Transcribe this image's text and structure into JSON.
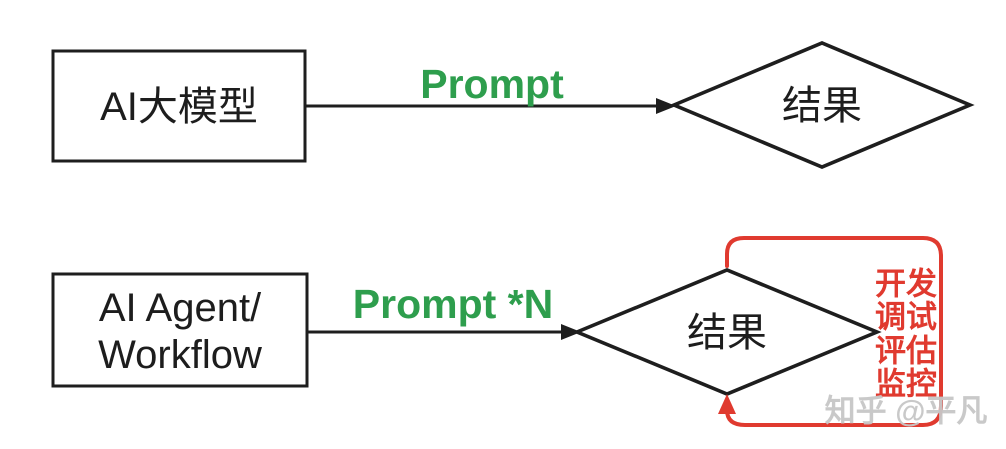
{
  "colors": {
    "green": "#2e9e4d",
    "red": "#e03a2f",
    "black": "#1e1e1e",
    "watermark_gray": "#c7c7c7",
    "background": "#ffffff"
  },
  "flow_top": {
    "box_label": "AI大模型",
    "arrow_label": "Prompt",
    "diamond_label": "结果"
  },
  "flow_bottom": {
    "box_lines": [
      "AI Agent/",
      "Workflow"
    ],
    "arrow_label": "Prompt *N",
    "diamond_label": "结果",
    "loop_labels": [
      "开发",
      "调试",
      "评估",
      "监控"
    ]
  },
  "watermark": "知乎 @平凡"
}
